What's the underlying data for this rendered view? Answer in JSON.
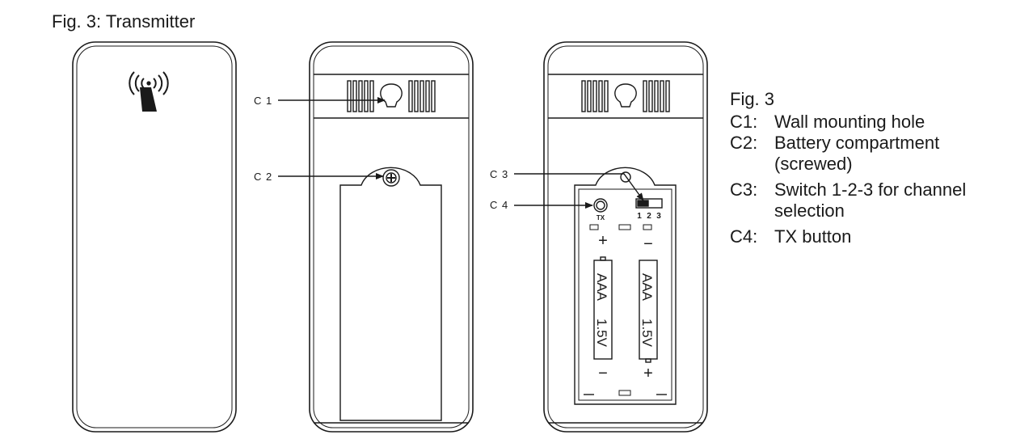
{
  "figure_title": "Fig. 3: Transmitter",
  "callouts": {
    "c1": "C 1",
    "c2": "C 2",
    "c3": "C 3",
    "c4": "C 4"
  },
  "device_labels": {
    "tx": "TX",
    "switch_1": "1",
    "switch_2": "2",
    "switch_3": "3",
    "battery_type": "AAA",
    "battery_voltage": "1.5V",
    "plus": "+",
    "minus": "−"
  },
  "legend": {
    "title": "Fig. 3",
    "items": [
      {
        "key": "C1:",
        "text": "Wall mounting hole"
      },
      {
        "key": "C2:",
        "text": "Battery compartment (screwed)"
      },
      {
        "key": "C3:",
        "text": "Switch 1-2-3 for channel selection"
      },
      {
        "key": "C4:",
        "text": "TX button"
      }
    ]
  },
  "icons": {
    "front": "wireless-signal-icon"
  },
  "colors": {
    "line": "#1a1a1a",
    "background": "#ffffff"
  }
}
